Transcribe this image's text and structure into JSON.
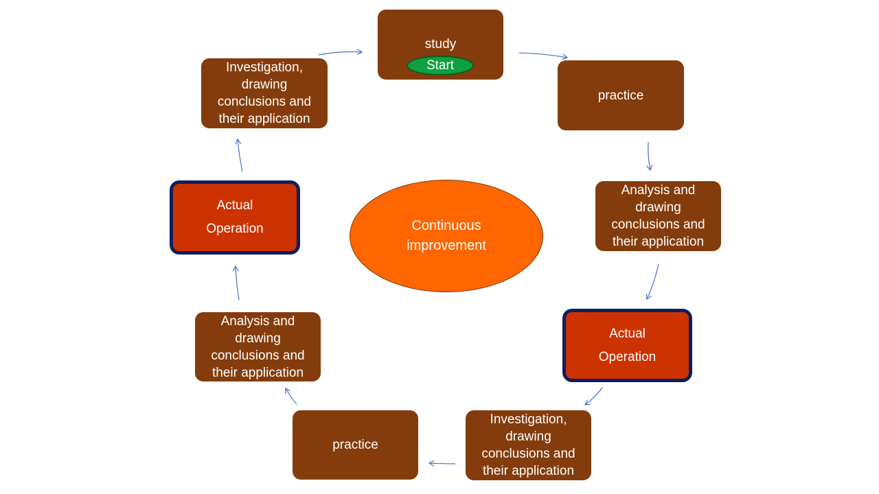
{
  "center": {
    "line1": "Continuous",
    "line2": "improvement"
  },
  "start_label": "Start",
  "nodes": [
    {
      "id": "study",
      "lines": [
        "study"
      ]
    },
    {
      "id": "practice-top",
      "lines": [
        "practice"
      ]
    },
    {
      "id": "analysis-right",
      "lines": [
        "Analysis and",
        "drawing",
        "conclusions and",
        "their application"
      ]
    },
    {
      "id": "operation-right",
      "lines": [
        "Actual",
        "Operation"
      ]
    },
    {
      "id": "investigation-bottom",
      "lines": [
        "Investigation,",
        "drawing",
        "conclusions and",
        "their application"
      ]
    },
    {
      "id": "practice-bottom",
      "lines": [
        "practice"
      ]
    },
    {
      "id": "analysis-left",
      "lines": [
        "Analysis and",
        "drawing",
        "conclusions and",
        "their application"
      ]
    },
    {
      "id": "operation-left",
      "lines": [
        "Actual",
        "Operation"
      ]
    },
    {
      "id": "investigation-top",
      "lines": [
        "Investigation,",
        "drawing",
        "conclusions and",
        "their application"
      ]
    }
  ],
  "colors": {
    "box": "#843c0c",
    "operation_box": "#cc3300",
    "operation_border": "#0f1f5c",
    "center": "#ff6600",
    "start": "#0fa040",
    "arrow": "#4472c4"
  }
}
